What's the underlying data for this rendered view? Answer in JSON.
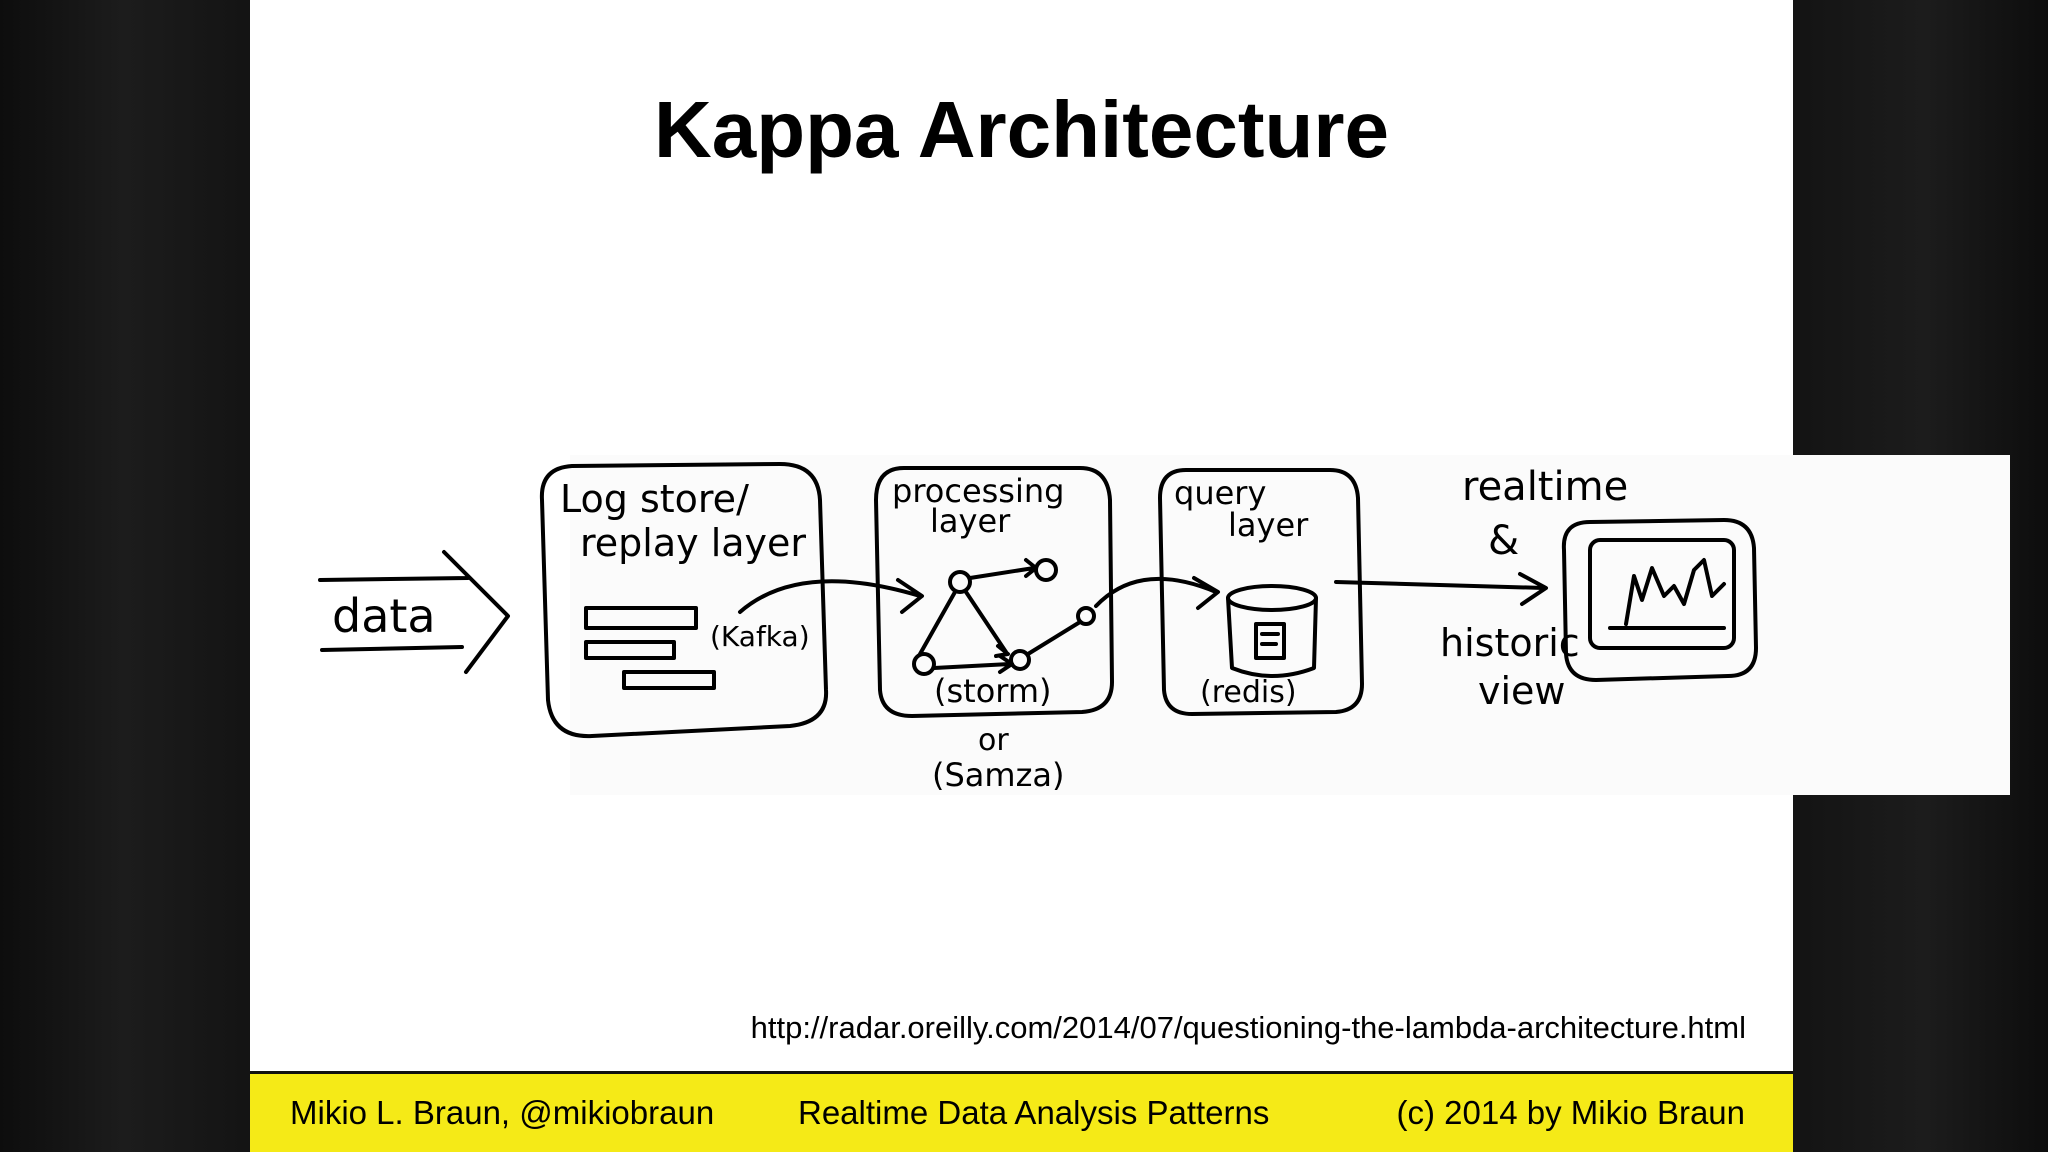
{
  "slide": {
    "title": "Kappa Architecture",
    "url": "http://radar.oreilly.com/2014/07/questioning-the-lambda-architecture.html"
  },
  "diagram": {
    "input_label": "data",
    "log_store": {
      "label_line1": "Log store/",
      "label_line2": "replay layer",
      "tech": "(Kafka)"
    },
    "processing": {
      "label_line1": "processing",
      "label_line2": "layer",
      "tech": "(storm)",
      "alt_or": "or",
      "alt_tech": "(Samza)"
    },
    "query": {
      "label_line1": "query",
      "label_line2": "layer",
      "tech": "(redis)"
    },
    "output": {
      "label_line1": "realtime",
      "label_line2": "&",
      "label_line3": "historic",
      "label_line4": "view"
    }
  },
  "footer": {
    "author": "Mikio L. Braun, @mikiobraun",
    "talk": "Realtime Data Analysis Patterns",
    "copyright": "(c) 2014 by Mikio Braun"
  }
}
